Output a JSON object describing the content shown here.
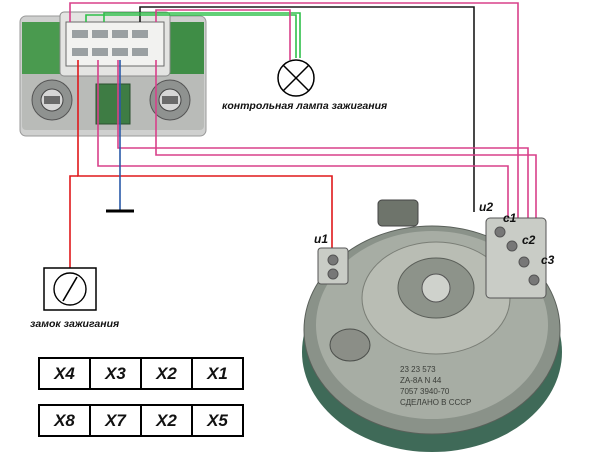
{
  "labels": {
    "lamp": "контрольная лампа зажигания",
    "lock": "замок зажигания"
  },
  "terminals": {
    "u1": "u1",
    "u2": "u2",
    "c1": "c1",
    "c2": "c2",
    "c3": "c3"
  },
  "connector_table": {
    "row1": [
      "X4",
      "X3",
      "X2",
      "X1"
    ],
    "row2": [
      "X8",
      "X7",
      "X2",
      "X5"
    ]
  },
  "distributor_plate": {
    "line1": "23  23    573",
    "line2": "ZA-8A   N 44",
    "line3": "7057 3940-70",
    "line4": "СДЕЛАНО В СССР"
  },
  "colors": {
    "wire_red": "#e0181c",
    "wire_pink": "#d8408a",
    "wire_black": "#1a1a1a",
    "wire_green": "#2fc04a",
    "wire_blue": "#2a5aa8",
    "module_body": "#d8d8d8",
    "module_board": "#3e8f45",
    "distributor_body": "#7a847c"
  }
}
